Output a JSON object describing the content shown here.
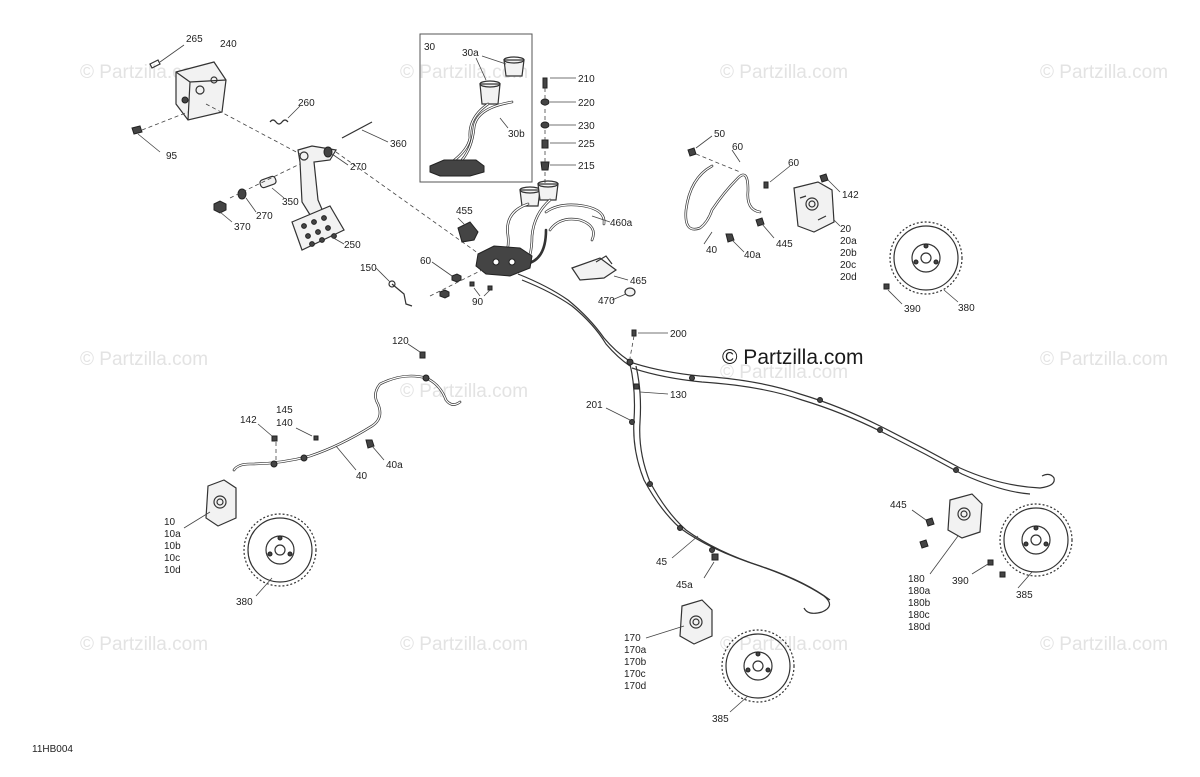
{
  "watermarks": [
    "© Partzilla.com",
    "© Partzilla.com",
    "© Partzilla.com",
    "© Partzilla.com",
    "© Partzilla.com",
    "© Partzilla.com",
    "© Partzilla.com",
    "© Partzilla.com",
    "© Partzilla.com",
    "© Partzilla.com",
    "© Partzilla.com",
    "© Partzilla.com"
  ],
  "copyright": "© Partzilla.com",
  "diagram_code": "11HB004",
  "callouts": {
    "pedal": [
      "265",
      "240",
      "260",
      "360",
      "95",
      "270",
      "350",
      "270",
      "370",
      "250"
    ],
    "inset": [
      "30",
      "30a",
      "30b"
    ],
    "master": [
      "210",
      "220",
      "230",
      "225",
      "215",
      "455",
      "460a",
      "465",
      "470",
      "60",
      "90",
      "150"
    ],
    "front_right": [
      "50",
      "60",
      "60",
      "142",
      "40",
      "40a",
      "445",
      "20",
      "20a",
      "20b",
      "20c",
      "20d",
      "390",
      "380"
    ],
    "center": [
      "200",
      "130",
      "201",
      "45",
      "45a"
    ],
    "front_left": [
      "120",
      "145",
      "140",
      "142",
      "40",
      "40a",
      "10",
      "10a",
      "10b",
      "10c",
      "10d",
      "380"
    ],
    "rear_right": [
      "445",
      "180",
      "180a",
      "180b",
      "180c",
      "180d",
      "390",
      "385"
    ],
    "rear_left": [
      "170",
      "170a",
      "170b",
      "170c",
      "170d",
      "385"
    ]
  }
}
